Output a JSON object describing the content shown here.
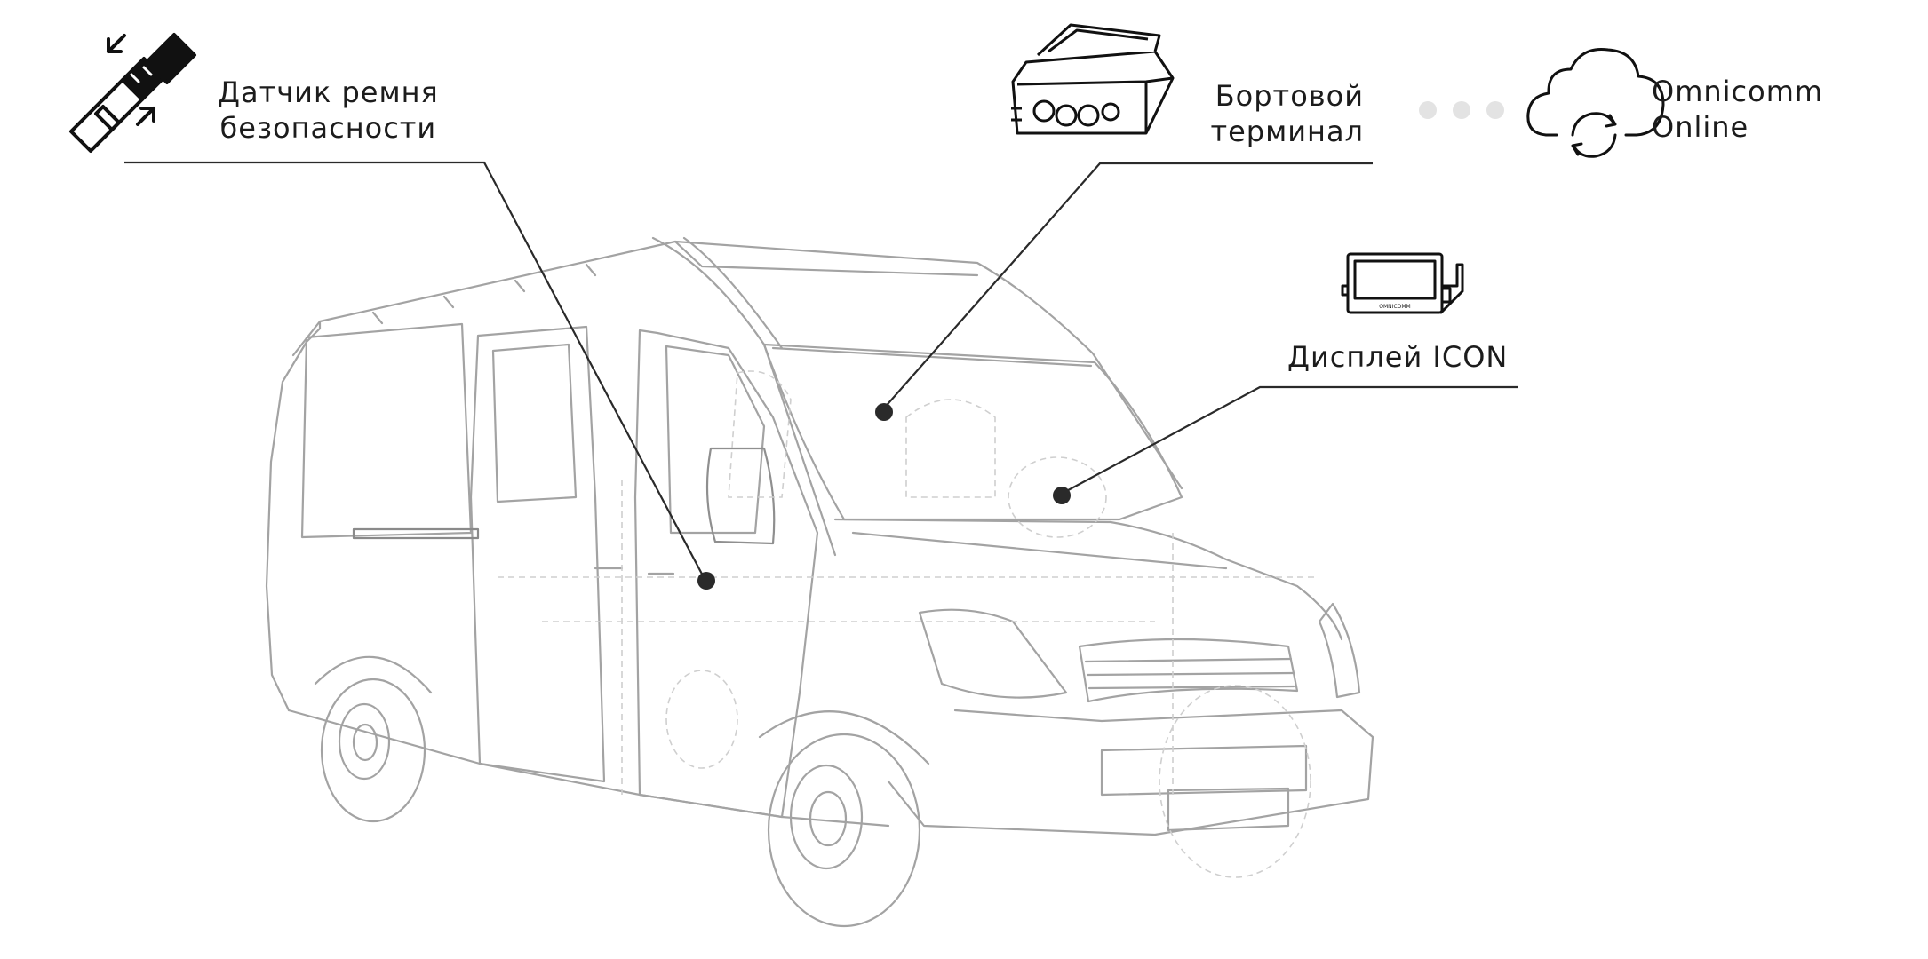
{
  "labels": {
    "seatbelt_sensor": [
      "Датчик ремня",
      "безопасности"
    ],
    "onboard_terminal": [
      "Бортовой",
      "терминал"
    ],
    "cloud_service": [
      "Omnicomm",
      "Online"
    ],
    "display_icon": "Дисплей ICON",
    "display_brand": "OMNICOMM"
  },
  "colors": {
    "text": "#1c1c1c",
    "outline": "#9e9e9e",
    "outline_dashed": "#c9c9c9",
    "callout": "#2a2a2a",
    "connector_dots": "#e3e3e3"
  },
  "icons": [
    "seatbelt-icon",
    "terminal-device-icon",
    "cloud-sync-icon",
    "display-device-icon"
  ]
}
